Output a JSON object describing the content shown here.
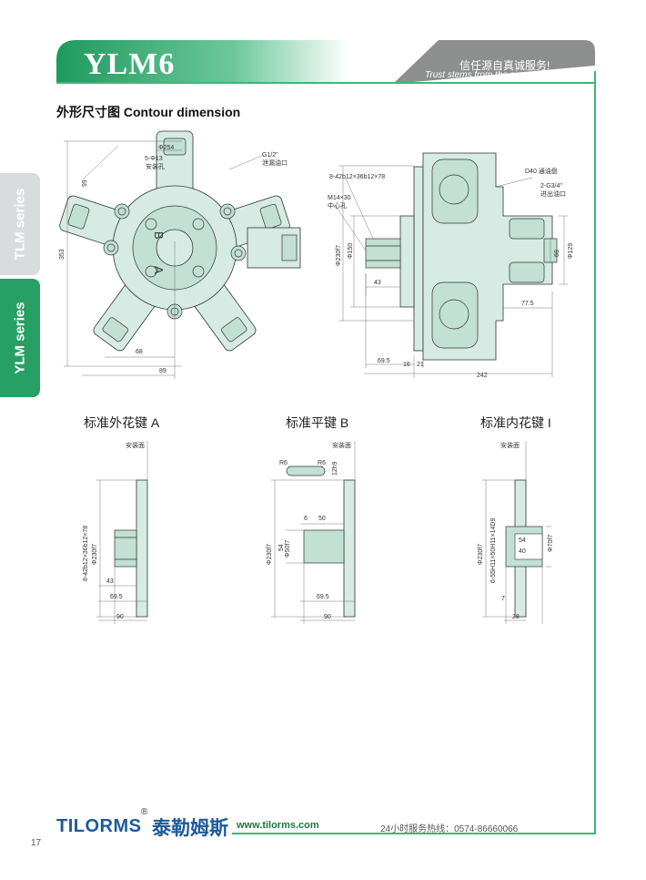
{
  "header": {
    "title": "YLM6",
    "tagline_cn": "信任源自真诚服务!",
    "tagline_en": "Trust stems from the sincere service!"
  },
  "section_title": "外形尺寸图 Contour dimension",
  "side_tabs": [
    {
      "label": "TLM series"
    },
    {
      "label": "YLM series"
    }
  ],
  "front_view": {
    "labels": {
      "bolt_circle": "Φ254",
      "mount_holes": "5-Φ13",
      "mount_holes_cn": "安装孔",
      "port": "G1/2\"",
      "port_cn": "泄漏油口",
      "port_b": "B",
      "port_a": "A",
      "dim_height": "353",
      "dim_99": "99",
      "dim_68": "68",
      "dim_89": "89"
    }
  },
  "side_view": {
    "labels": {
      "spline": "8-42b12×36b12×78",
      "center_hole": "M14×30",
      "center_hole_cn": "中心孔",
      "oil_port": "D40 通油盘",
      "oil_port_size": "2-G3/4\"",
      "oil_port_cn": "进出油口",
      "pilot_dia": "Φ230f7",
      "dia_150": "Φ150",
      "dim_43": "43",
      "dim_69_5": "69.5",
      "dim_16": "16",
      "dim_21": "21",
      "dim_242": "242",
      "dim_77_5": "77.5",
      "dim_69": "69",
      "dia_129": "Φ129"
    }
  },
  "key_views": [
    {
      "title": "标准外花键 A",
      "mount_face": "安装面",
      "pilot": "Φ230f7",
      "spline": "8-42b12×36b12×78",
      "dim_43": "43",
      "dim_69_5": "69.5",
      "dim_90": "90"
    },
    {
      "title": "标准平键 B",
      "mount_face": "安装面",
      "r6_left": "R6",
      "r6_right": "R6",
      "key_width": "12h9",
      "pilot": "Φ230f7",
      "shaft": "Φ50f7",
      "dim_54": "54",
      "dim_6": "6",
      "dim_50": "50",
      "dim_69_5": "69.5",
      "dim_90": "90"
    },
    {
      "title": "标准内花键 I",
      "mount_face": "安装面",
      "pilot": "Φ230f7",
      "spline": "6-55H11×50H11×14D9",
      "bore": "Φ70f7",
      "dim_54": "54",
      "dim_40": "40",
      "dim_7": "7",
      "dim_28": "28"
    }
  ],
  "footer": {
    "logo": "TILORMS",
    "reg": "®",
    "logo_cn": "泰勒姆斯",
    "url": "www.tilorms.com",
    "hotline": "24小时服务热线：0574-86660066",
    "page_number": "17"
  },
  "colors": {
    "brand_green": "#27a065",
    "header_grey": "#8d8f8e",
    "motor_fill": "#d6ebe3",
    "logo_blue": "#1d5a9a"
  }
}
